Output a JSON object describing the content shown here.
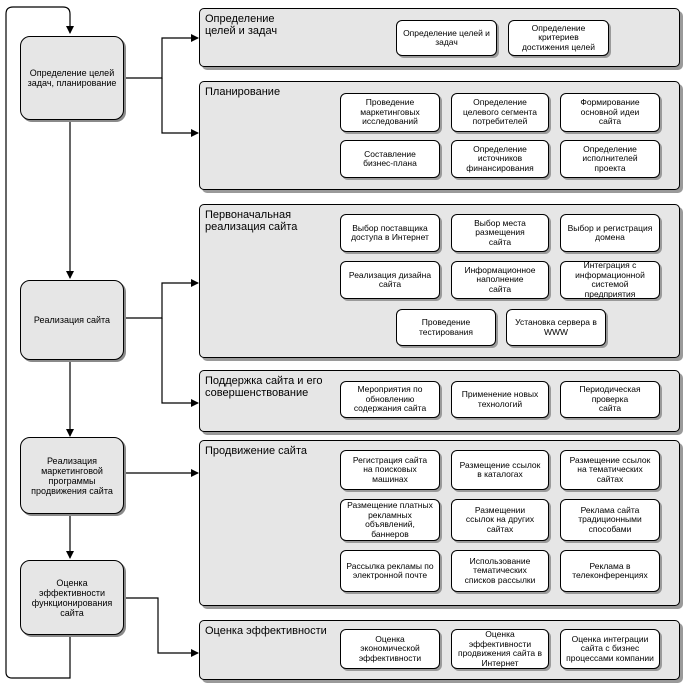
{
  "process": [
    {
      "label": "Определение целей задач, планирование"
    },
    {
      "label": "Реализация сайта"
    },
    {
      "label": "Реализация маркетинговой программы продвижения сайта"
    },
    {
      "label": "Оценка эффективности функционирования сайта"
    }
  ],
  "panels": [
    {
      "title": "Определение\nцелей и задач",
      "items": [
        "Определение целей и\nзадач",
        "Определение\nкритериев\nдостижения  целей"
      ]
    },
    {
      "title": "Планирование",
      "items": [
        "Проведение\nмаркетинговых\nисследований",
        "Определение\nцелевого сегмента\nпотребителей",
        "Формирование\nосновной идеи\nсайта",
        "Составление\nбизнес-плана",
        "Определение\nисточников\nфинансирования",
        "Определение\nисполнителей\nпроекта"
      ]
    },
    {
      "title": "Первоначальная\nреализация сайта",
      "items": [
        "Выбор поставщика\nдоступа в Интернет",
        "Выбор места\nразмещения\nсайта",
        "Выбор и регистрация\nдомена",
        "Реализация дизайна\nсайта",
        "Информационное\nнаполнение\nсайта",
        "Интеграция с\nинформационной\nсистемой\nпредприятия",
        "Проведение\nтестирования",
        "Установка сервера в\nWWW"
      ]
    },
    {
      "title": "Поддержка сайта и его\nсовершенствование",
      "items": [
        "Мероприятия по\nобновлению\nсодержания сайта",
        "Применение новых\nтехнологий",
        "Периодическая\nпроверка\nсайта"
      ]
    },
    {
      "title": "Продвижение сайта",
      "items": [
        "Регистрация сайта\nна поисковых\nмашинах",
        "Размещение ссылок\nв каталогах",
        "Размещение ссылок\nна тематических\nсайтах",
        "Размещение платных\nрекламных\nобъявлений,\nбаннеров",
        "Размещении\nссылок на других\nсайтах",
        "Реклама сайта\nтрадиционными\nспособами",
        "Рассылка рекламы по\nэлектронной почте",
        "Использование\nтематических\nсписков рассылки",
        "Реклама в\nтелеконференциях"
      ]
    },
    {
      "title": "Оценка эффективности",
      "items": [
        "Оценка\nэкономической\nэффективности",
        "Оценка\nэффективности\nпродвижения сайта в\nИнтернет",
        "Оценка интеграции\nсайта с бизнес\nпроцессами компании"
      ]
    }
  ]
}
